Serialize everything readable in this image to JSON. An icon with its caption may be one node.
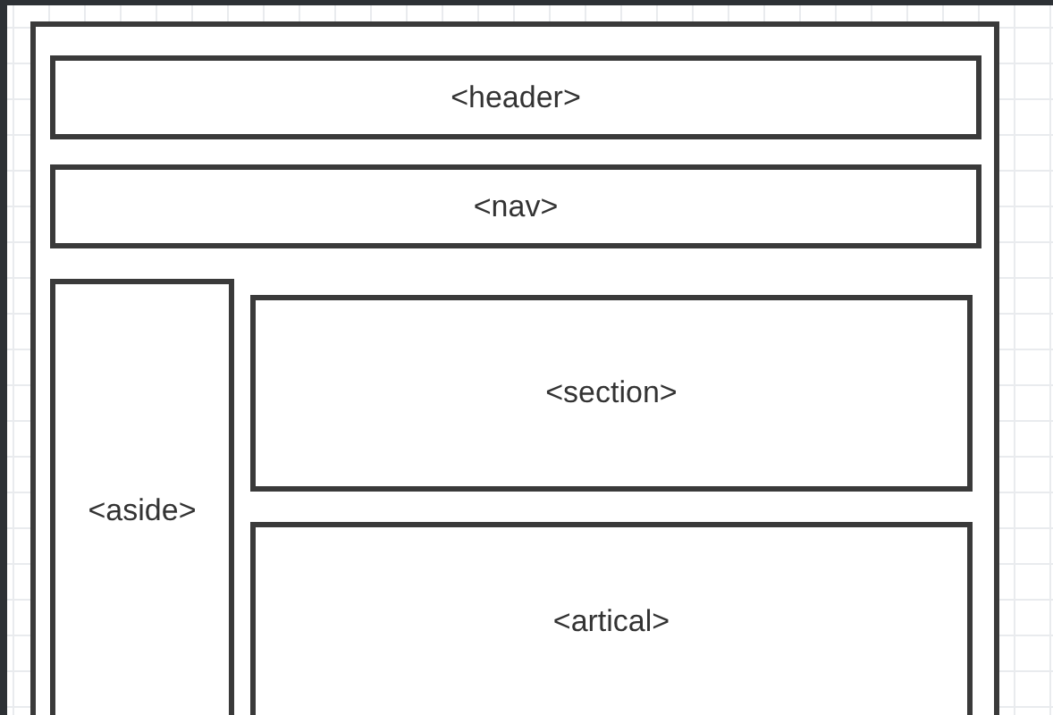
{
  "diagram": {
    "nodes": [
      {
        "text": [],
        "shape": "box"
      },
      {
        "text": [
          "<header>"
        ],
        "in": 0
      },
      {
        "text": [
          "<nav>"
        ],
        "in": 0
      },
      {
        "text": [
          "<aside>"
        ],
        "in": 0
      },
      {
        "text": [
          "<section>"
        ],
        "in": 0
      },
      {
        "text": [
          "<artical>"
        ],
        "in": 0
      }
    ]
  }
}
